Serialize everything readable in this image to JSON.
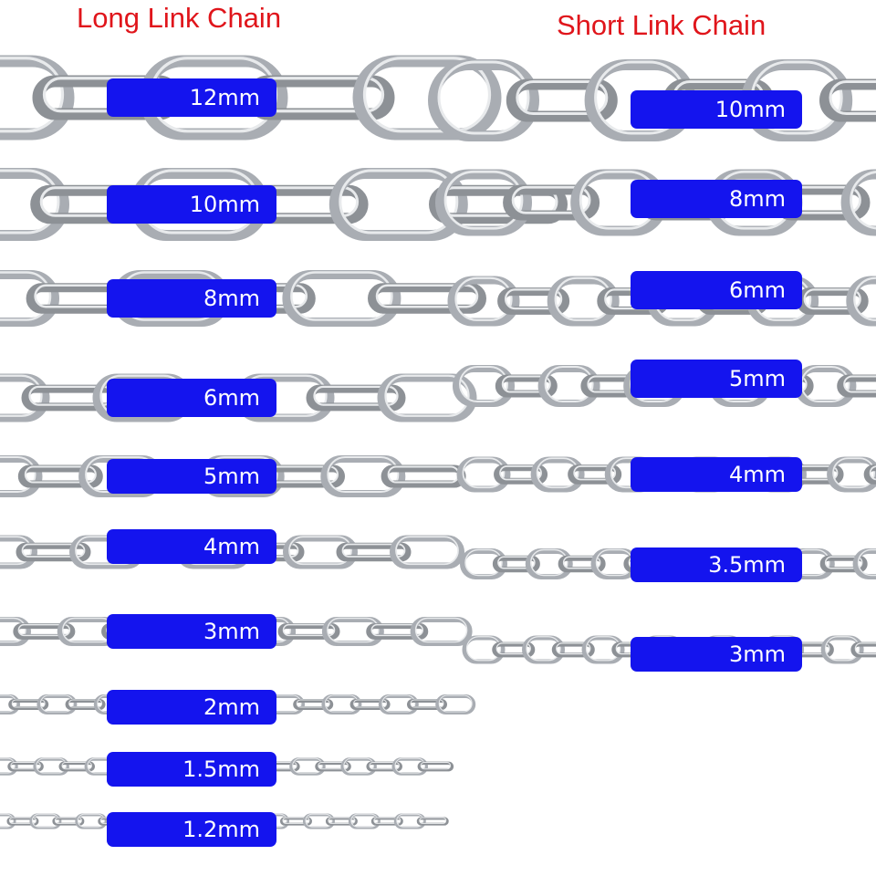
{
  "long_link": {
    "title": "Long Link Chain",
    "sizes": [
      "12mm",
      "10mm",
      "8mm",
      "6mm",
      "5mm",
      "4mm",
      "3mm",
      "2mm",
      "1.5mm",
      "1.2mm"
    ]
  },
  "short_link": {
    "title": "Short Link Chain",
    "sizes": [
      "10mm",
      "8mm",
      "6mm",
      "5mm",
      "4mm",
      "3.5mm",
      "3mm"
    ]
  },
  "colors": {
    "title": "#e0151b",
    "label_bg": "#1414ee",
    "label_text": "#ffffff",
    "chain": "#a9adb3"
  }
}
